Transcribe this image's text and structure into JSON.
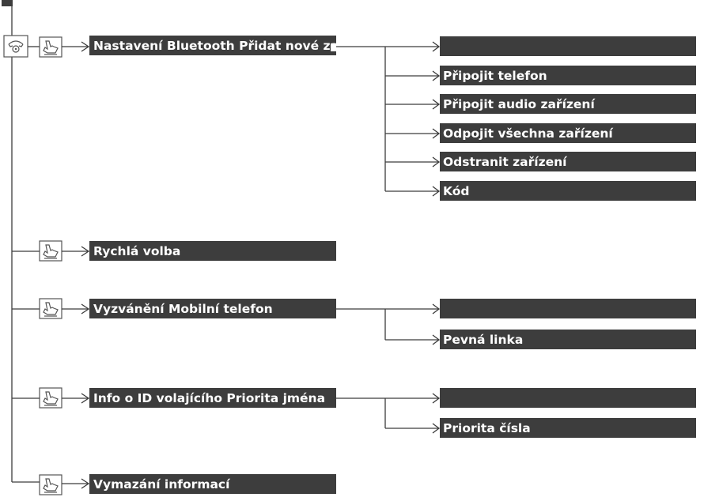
{
  "menu": {
    "phone_icon": "phone-icon",
    "settings_icon": "settings-hand-icon",
    "items": [
      {
        "label": "Nastavení Bluetooth Přidat nové zařízení",
        "submenu": [
          "",
          "Připojit telefon",
          "Připojit audio zařízení",
          "Odpojit všechna zařízení",
          "Odstranit zařízení",
          "Kód"
        ]
      },
      {
        "label": "Rychlá volba",
        "submenu": []
      },
      {
        "label": "Vyzvánění Mobilní telefon",
        "submenu": [
          "",
          "Pevná linka"
        ]
      },
      {
        "label": "Info o ID volajícího Priorita jména",
        "submenu": [
          "",
          "Priorita čísla"
        ]
      },
      {
        "label": "Vymazání informací",
        "submenu": []
      }
    ]
  },
  "colors": {
    "bar": "#3d3d3d",
    "text": "#ffffff",
    "line": "#3c3c3c"
  }
}
